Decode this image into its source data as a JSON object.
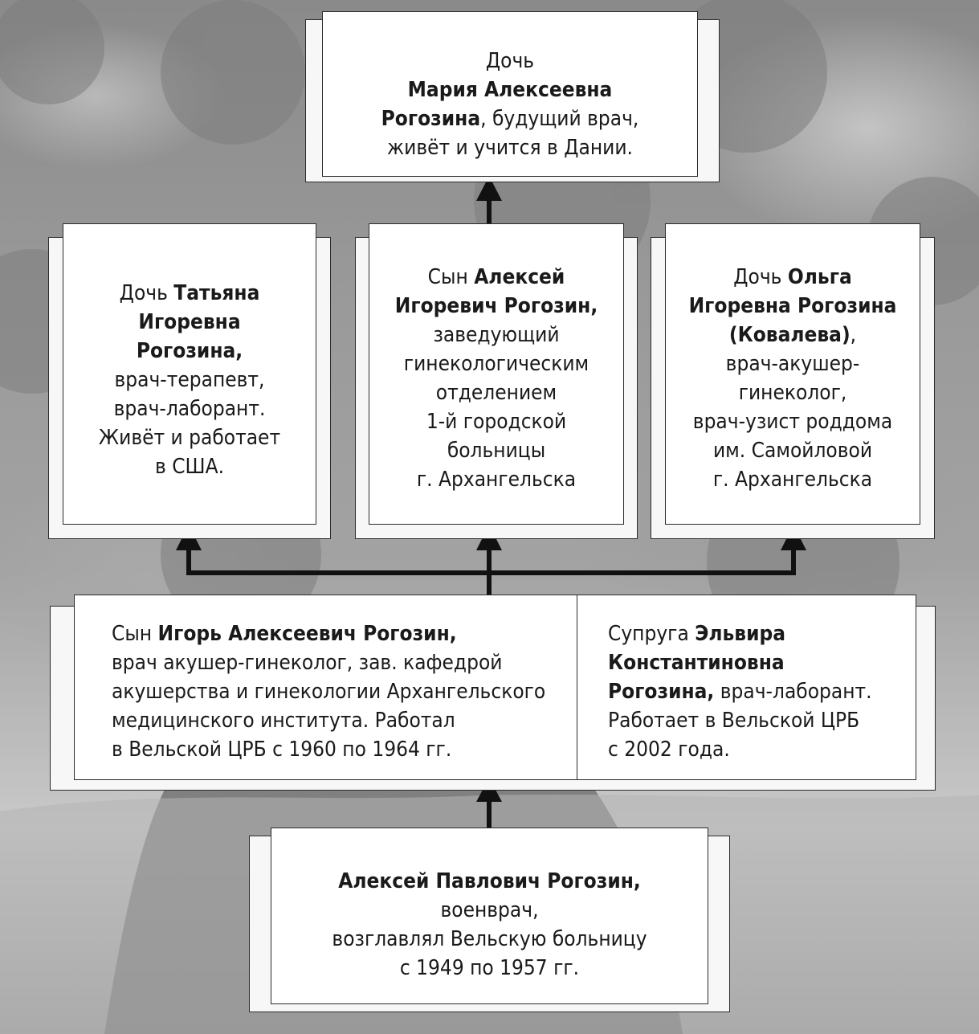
{
  "top": {
    "line1": "Дочь",
    "name1": "Мария Алексеевна",
    "name2": "Рогозина",
    "rest2": ", будущий врач,",
    "line4": "живёт и учится в Дании."
  },
  "left": {
    "prefix": "Дочь ",
    "name1": "Татьяна",
    "name2": "Игоревна",
    "name3": "Рогозина,",
    "line4": "врач-терапевт,",
    "line5": "врач-лаборант.",
    "line6": "Живёт и работает",
    "line7": "в США."
  },
  "middle": {
    "prefix": "Сын ",
    "name1": "Алексей",
    "name2": "Игоревич Рогозин,",
    "line3": "заведующий",
    "line4": "гинекологическим",
    "line5": "отделением",
    "line6": "1-й городской",
    "line7": "больницы",
    "line8": "г. Архангельска"
  },
  "right": {
    "prefix": "Дочь ",
    "name1": "Ольга",
    "name2": "Игоревна Рогозина",
    "name3": "(Ковалева)",
    "suffix3": ",",
    "line4": "врач-акушер-",
    "line5": "гинеколог,",
    "line6": "врач-узист роддома",
    "line7": "им. Самойловой",
    "line8": "г. Архангельска"
  },
  "igor": {
    "prefix": "Сын ",
    "name": "Игорь Алексеевич Рогозин,",
    "line2": "врач акушер-гинеколог, зав. кафедрой",
    "line3": "акушерства и гинекологии Архангельского",
    "line4": "медицинского института. Работал",
    "line5": "в Вельской ЦРБ с  1960 по 1964 гг."
  },
  "elvira": {
    "prefix": "Супруга ",
    "name1": "Эльвира",
    "name2": "Константиновна",
    "name3": "Рогозина,",
    "rest3": " врач-лаборант.",
    "line4": "Работает в Вельской ЦРБ",
    "line5": "с 2002 года."
  },
  "bottom": {
    "name": "Алексей Павлович Рогозин,",
    "line2": "военврач,",
    "line3": "возглавлял Вельскую больницу",
    "line4": "с 1949 по 1957 гг."
  },
  "colors": {
    "border": "#2b2b2b",
    "arrow": "#111111",
    "box_fill": "#ffffff",
    "background": "#9a9a9a"
  }
}
